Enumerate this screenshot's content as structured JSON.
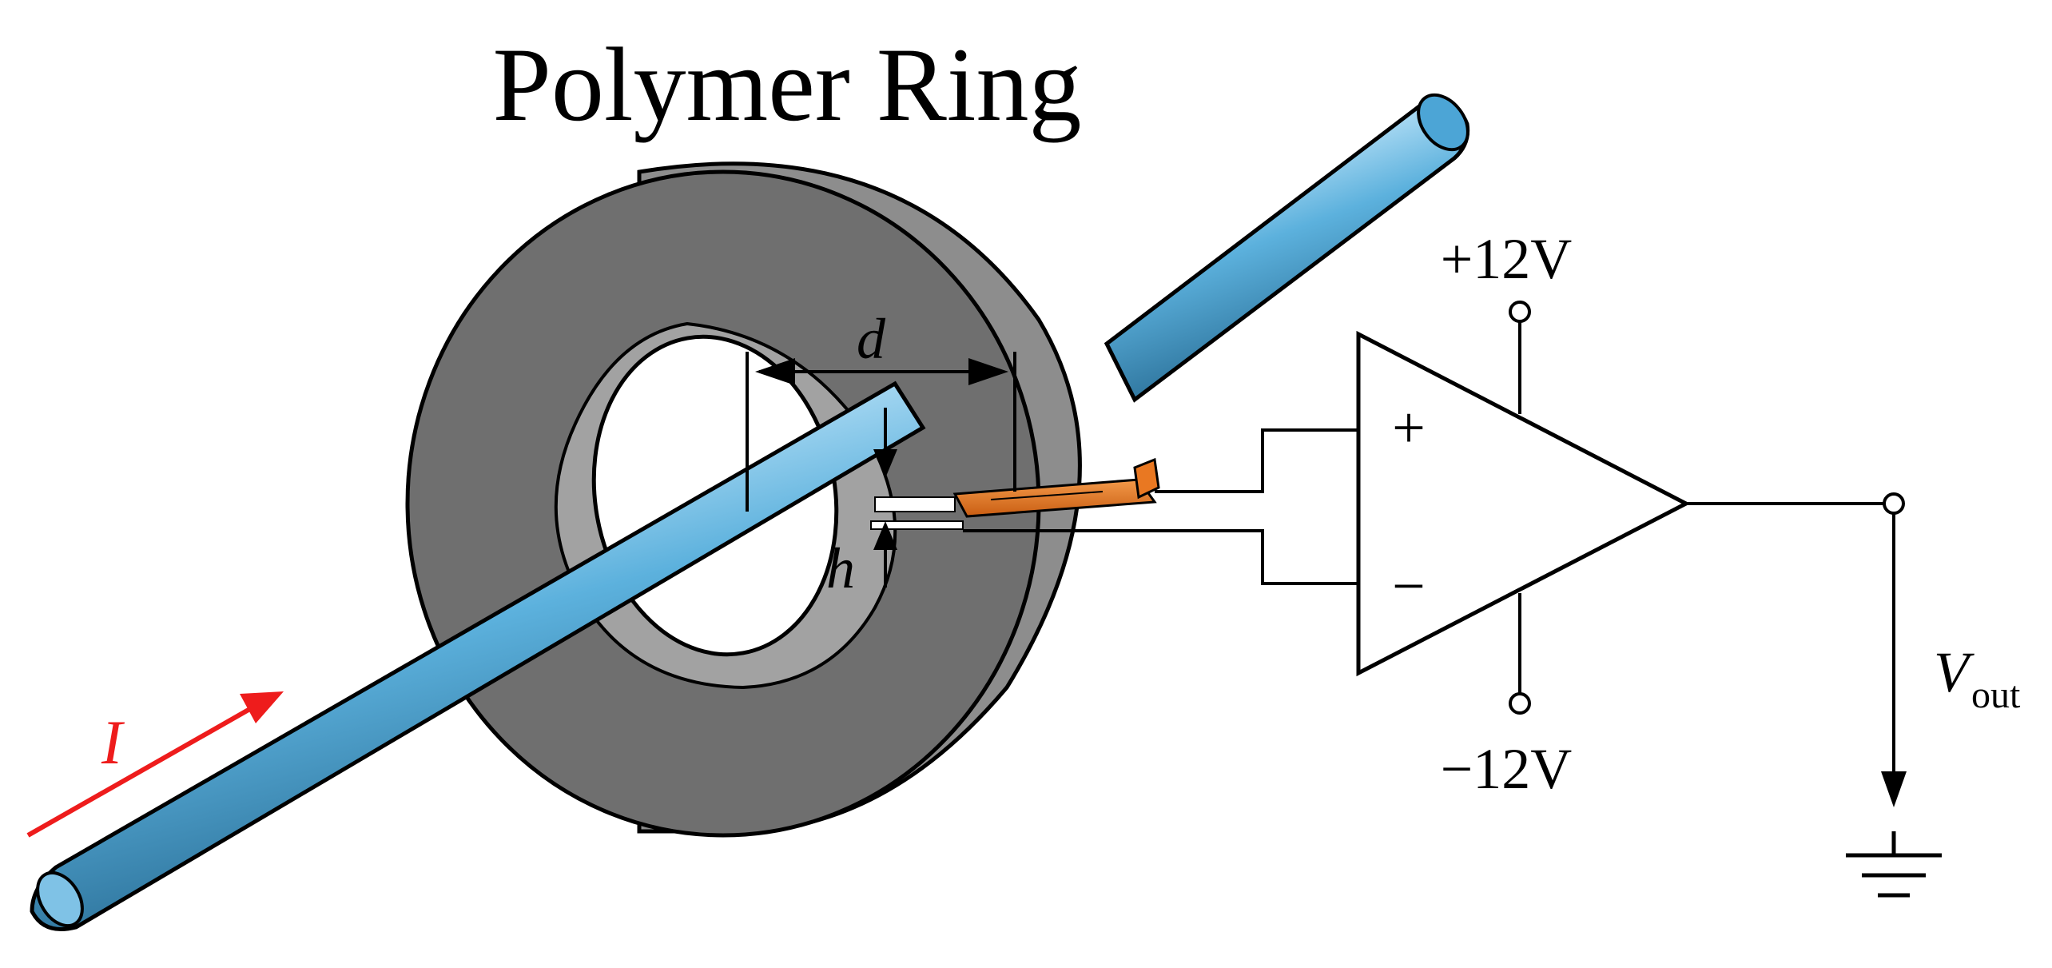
{
  "title": "Polymer Ring",
  "labels": {
    "d": "d",
    "h": "h",
    "current": "I",
    "plus_supply": "+12V",
    "minus_supply": "−12V",
    "plus_input": "+",
    "minus_input": "−",
    "vout_main": "V",
    "vout_sub": "out"
  },
  "colors": {
    "ring_face": "#6f6f6f",
    "ring_side": "#8d8d8d",
    "rod": "#4ca5d6",
    "rod_highlight": "#a7d8f2",
    "sensor": "#e97822",
    "current_arrow": "#ee1c1c"
  }
}
